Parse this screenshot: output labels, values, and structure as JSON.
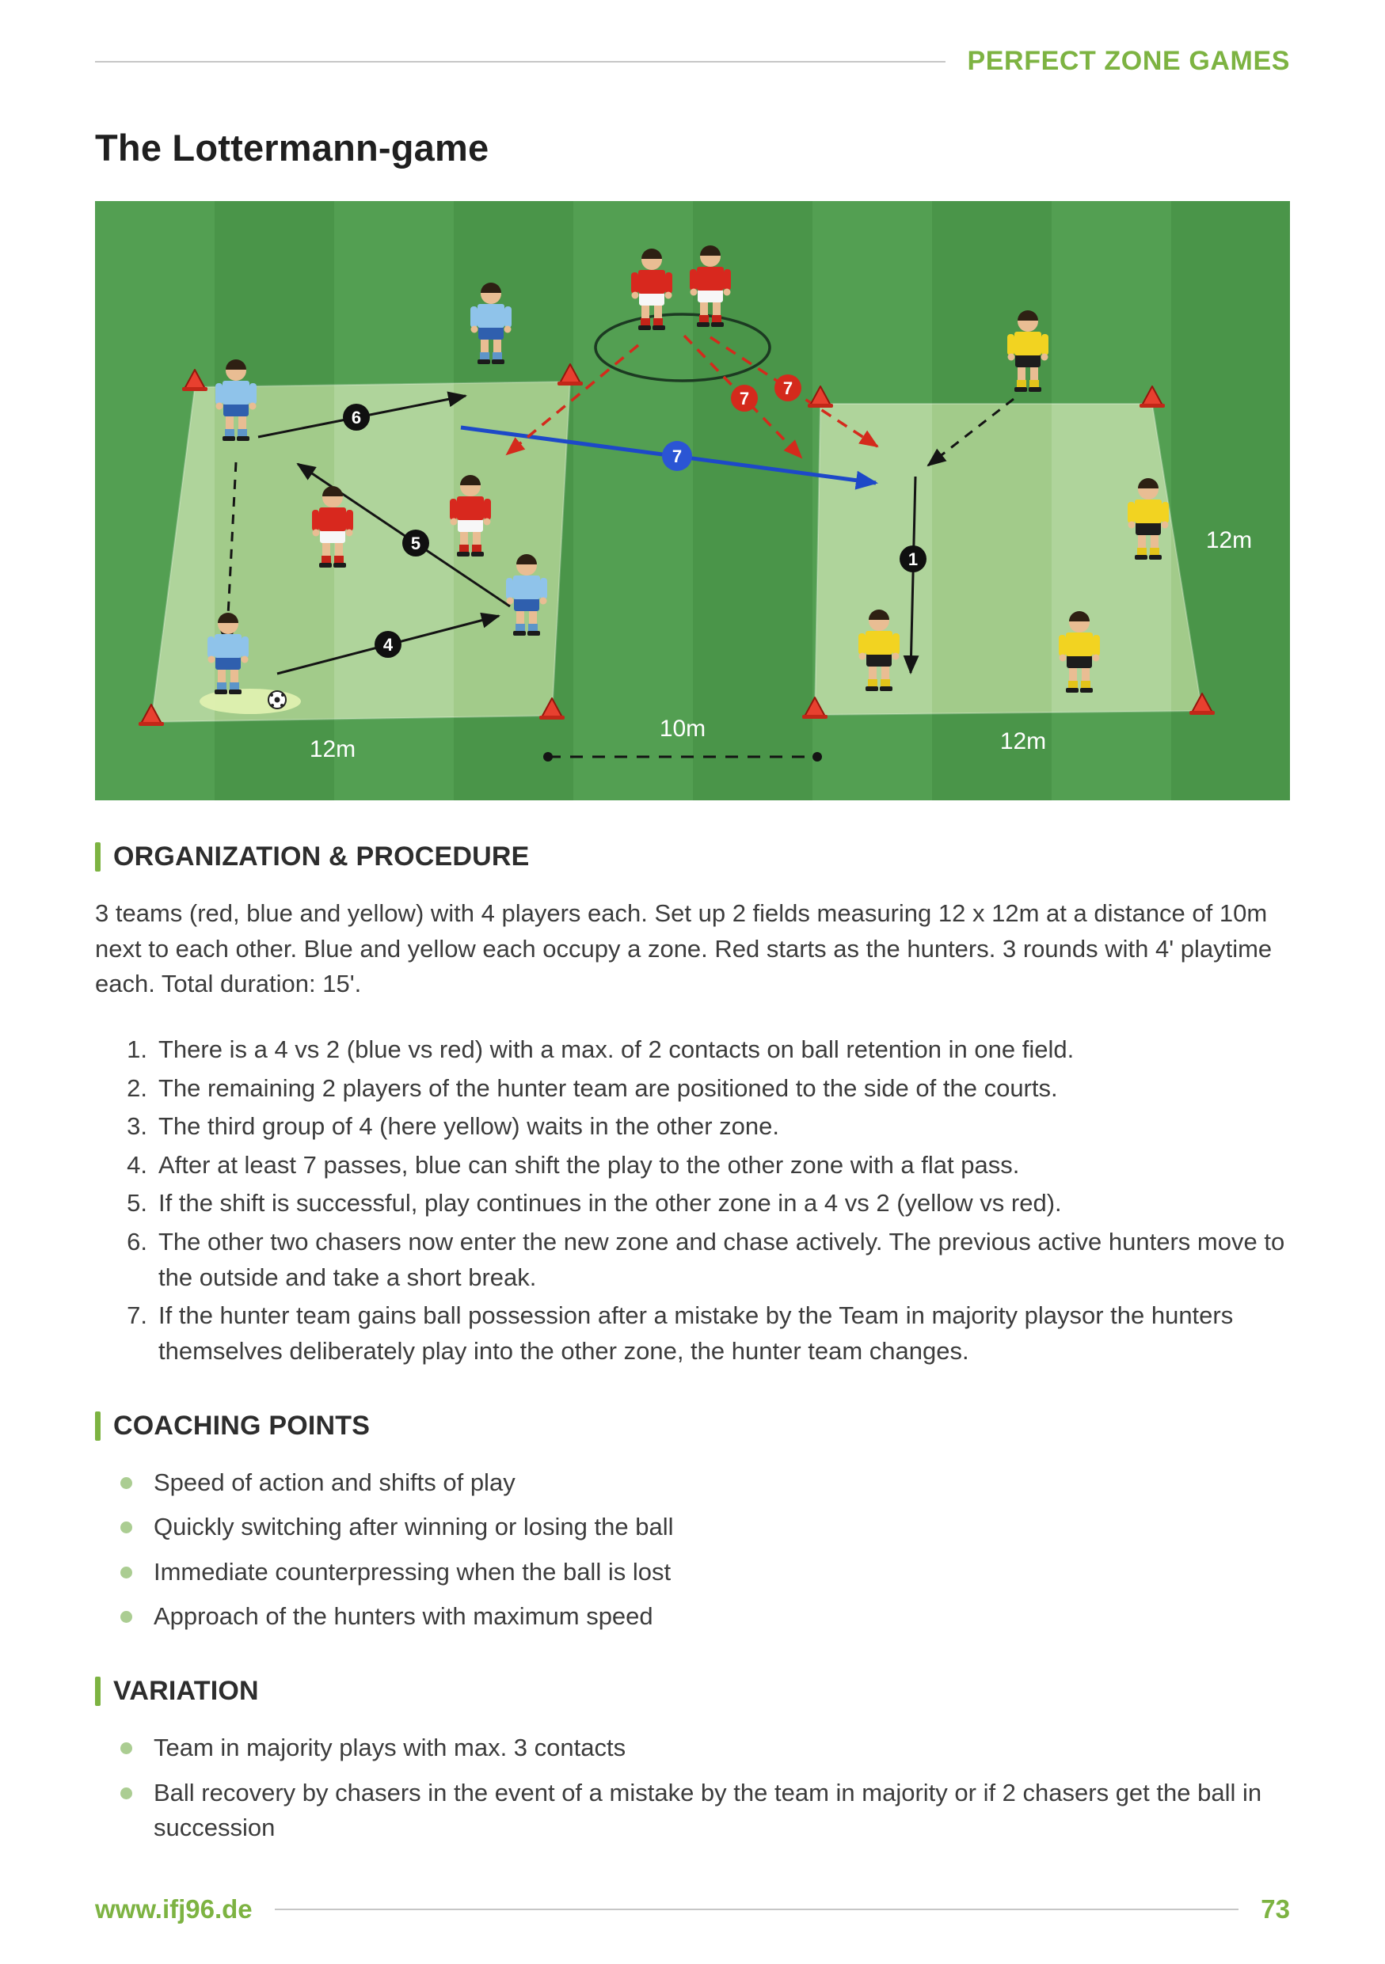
{
  "page": {
    "header": "PERFECT ZONE GAMES",
    "title": "The Lottermann-game",
    "footer": {
      "site": "www.ifj96.de",
      "page_number": "73"
    }
  },
  "colors": {
    "accent_green": "#7db342",
    "bullet_green": "#abcd92",
    "team_red": "#d8281e",
    "team_blue": "#8fc3ea",
    "team_yellow": "#f2d321"
  },
  "diagram": {
    "labels": {
      "left_field_width": "12m",
      "gap_distance": "10m",
      "right_field_width": "12m",
      "right_field_depth": "12m"
    },
    "markers": {
      "m1": "1",
      "m4": "4",
      "m5": "5",
      "m6": "6",
      "m7_blue": "7",
      "m7_red_a": "7",
      "m7_red_b": "7"
    }
  },
  "sections": {
    "organization": {
      "heading": "ORGANIZATION & PROCEDURE",
      "intro": "3 teams (red, blue and yellow) with 4 players each. Set up 2 fields measuring 12 x 12m at a distance of 10m next to each other. Blue and yellow each occupy a zone. Red starts as the hunters. 3 rounds with 4' playtime each. Total duration: 15'.",
      "steps": [
        "There is a 4 vs 2 (blue vs red) with a max. of 2 contacts on ball retention in one field.",
        "The remaining 2 players of the hunter team are positioned to the side of the courts.",
        "The third group of 4 (here yellow) waits in the other zone.",
        "After at least 7 passes, blue can shift the play to the other zone with a flat pass.",
        "If the shift is successful, play continues in the other zone in a 4 vs 2 (yellow vs red).",
        "The other two chasers now enter the new zone and chase actively. The previous active hunters move to the outside and take a short break.",
        "If the hunter team gains ball possession after a mistake by the Team in majority playsor the hunters themselves deliberately play into the other zone, the hunter team changes."
      ]
    },
    "coaching": {
      "heading": "COACHING POINTS",
      "bullets": [
        "Speed of action and shifts of play",
        "Quickly switching after winning or losing the ball",
        "Immediate counterpressing when the ball is lost",
        "Approach of the hunters with maximum speed"
      ]
    },
    "variation": {
      "heading": "VARIATION",
      "bullets": [
        "Team in majority plays with max. 3 contacts",
        "Ball recovery by chasers in the event of a mistake by the team in majority or if 2 chasers get the ball in succession"
      ]
    }
  }
}
